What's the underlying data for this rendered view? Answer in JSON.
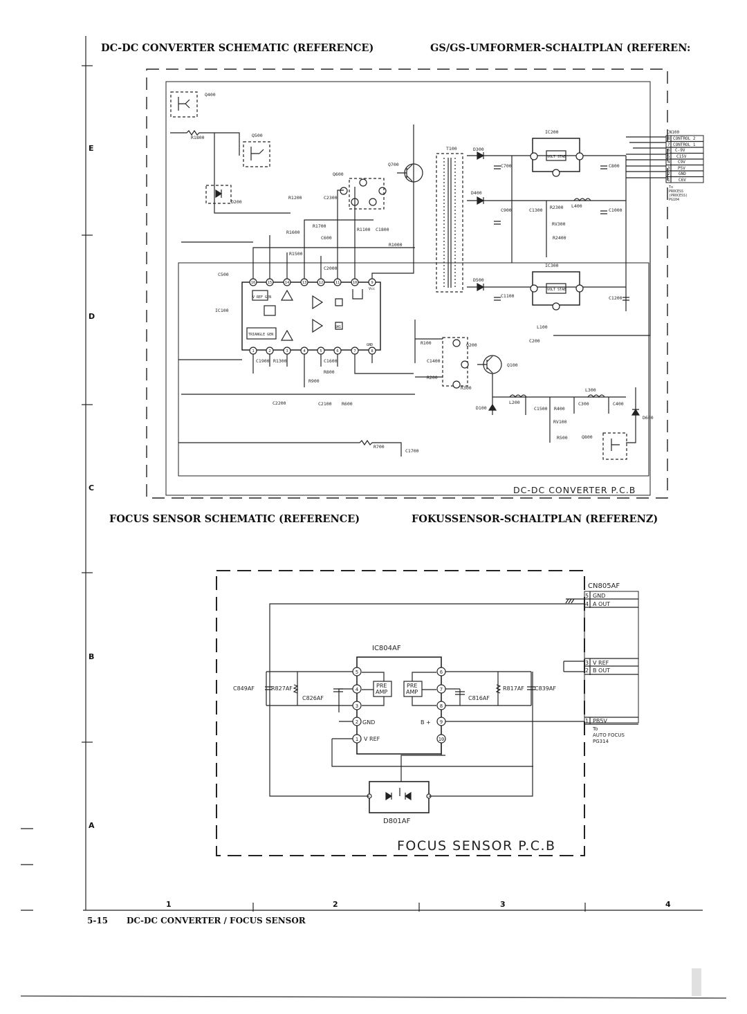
{
  "titles": {
    "dcdc_en": "DC-DC CONVERTER SCHEMATIC (REFERENCE)",
    "dcdc_de": "GS/GS-UMFORMER-SCHALTPLAN (REFEREN:",
    "focus_en": "FOCUS SENSOR SCHEMATIC (REFERENCE)",
    "focus_de": "FOKUSSENSOR-SCHALTPLAN (REFERENZ)"
  },
  "footer": {
    "page": "5-15",
    "caption": "DC-DC CONVERTER / FOCUS SENSOR"
  },
  "grid": {
    "rows": [
      "E",
      "D",
      "C",
      "B",
      "A"
    ],
    "cols": [
      "1",
      "2",
      "3",
      "4"
    ]
  },
  "dcdc": {
    "board": "DC-DC CONVERTER P.C.B",
    "ics": {
      "ic100": "IC100",
      "ic200": "IC200",
      "ic300": "IC300",
      "t100": "T100"
    },
    "ic_blocks": {
      "vref": "V REF GEN",
      "triangle": "TRIANGLE GEN",
      "volt_stab": "VOLT STAB",
      "sw1": "SW1",
      "gnd": "GND",
      "vcc": "Vcc",
      "vcc2": "Vcc"
    },
    "transistors": [
      "Q400",
      "Q500",
      "Q600",
      "Q700",
      "Q200",
      "Q100",
      "Q800"
    ],
    "diodes": [
      "D200",
      "D300",
      "D400",
      "D500",
      "D100",
      "D600"
    ],
    "resistors": [
      "R1800",
      "R1200",
      "R1700",
      "R1600",
      "R1500",
      "R1100",
      "R1000",
      "R2300",
      "RV300",
      "R2400",
      "R100",
      "R200",
      "R1300",
      "R900",
      "R800",
      "R600",
      "R300",
      "R400",
      "RV100",
      "R500",
      "R700"
    ],
    "capacitors": [
      "C2300",
      "C600",
      "C1800",
      "C2000",
      "C500",
      "C700",
      "C800",
      "C900",
      "C1300",
      "C1000",
      "C1100",
      "C1200",
      "C200",
      "C1400",
      "C1900",
      "C1600",
      "C2200",
      "C2100",
      "C1500",
      "C300",
      "C400",
      "C1700"
    ],
    "inductors": [
      "L400",
      "L100",
      "L200",
      "L300"
    ],
    "ic100_pins": [
      "16",
      "15",
      "14",
      "13",
      "12",
      "11",
      "10",
      "9",
      "1",
      "2",
      "3",
      "4",
      "5",
      "6",
      "7",
      "8"
    ],
    "connector": {
      "name": "CN100",
      "pins": [
        {
          "n": "8",
          "sig": "CONTROL 2"
        },
        {
          "n": "7",
          "sig": "CONTROL 1"
        },
        {
          "n": "6",
          "sig": "C-9V"
        },
        {
          "n": "5",
          "sig": "C15V"
        },
        {
          "n": "4",
          "sig": "C9V"
        },
        {
          "n": "3",
          "sig": "P5V"
        },
        {
          "n": "2",
          "sig": "GND"
        },
        {
          "n": "1",
          "sig": "C6V"
        }
      ],
      "to": [
        "To",
        "PROCESS",
        "(PROCESS)",
        "PG104"
      ]
    }
  },
  "focus": {
    "board": "FOCUS SENSOR P.C.B",
    "ic": "IC804AF",
    "amp": [
      "PRE",
      "AMP"
    ],
    "diode": "D801AF",
    "parts": {
      "c849": "C849AF",
      "r827": "R827AF",
      "c826": "C826AF",
      "r817": "R817AF",
      "c839": "C839AF",
      "c816": "C816AF"
    },
    "pins_left": [
      "5",
      "4",
      "3",
      "2",
      "1"
    ],
    "pins_right": [
      "6",
      "7",
      "8",
      "9",
      "10"
    ],
    "pin_labels": {
      "gnd": "GND",
      "vref": "V REF",
      "bplus": "B +"
    },
    "connector": {
      "name": "CN805AF",
      "pins": [
        {
          "n": "5",
          "sig": "GND"
        },
        {
          "n": "4",
          "sig": "A OUT"
        },
        {
          "n": "3",
          "sig": "V REF"
        },
        {
          "n": "2",
          "sig": "B OUT"
        },
        {
          "n": "1",
          "sig": "PB5V"
        }
      ],
      "to": [
        "To",
        "AUTO FOCUS",
        "PG314"
      ]
    }
  }
}
